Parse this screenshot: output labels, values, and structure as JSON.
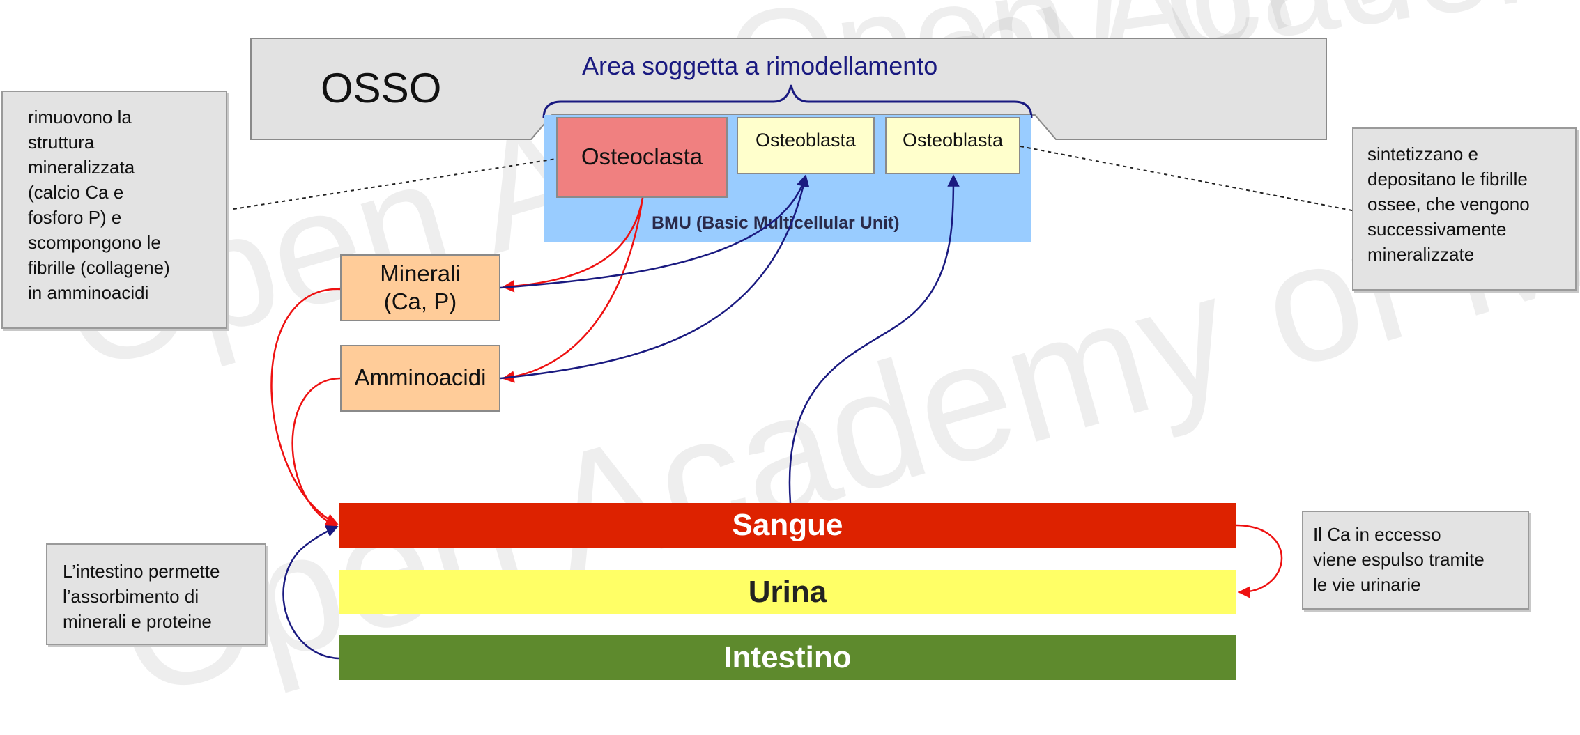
{
  "bone": {
    "label": "OSSO"
  },
  "remodel_area": {
    "label": "Area soggetta a rimodellamento"
  },
  "bmu": {
    "label": "BMU (Basic Multicellular Unit)",
    "osteoclast": "Osteoclasta",
    "osteoblast_1": "Osteoblasta",
    "osteoblast_2": "Osteoblasta"
  },
  "notes": {
    "osteoclast_note": [
      "rimuovono la",
      "struttura",
      "mineralizzata",
      "(calcio Ca e",
      "fosforo P) e",
      "scompongono le",
      "fibrille (collagene)",
      "in amminoacidi"
    ],
    "osteoblast_note": [
      "sintetizzano e",
      "depositano le fibrille",
      "ossee, che vengono",
      "successivamente",
      "mineralizzate"
    ],
    "urine_note": [
      "Il Ca in eccesso",
      "viene espulso tramite",
      "le vie urinarie"
    ],
    "intestine_note": [
      "L’intestino permette",
      "l’assorbimento di",
      "minerali e proteine"
    ]
  },
  "products": {
    "minerals_line1": "Minerali",
    "minerals_line2": "(Ca, P)",
    "amino": "Amminoacidi"
  },
  "bands": {
    "blood": "Sangue",
    "urine": "Urina",
    "intestine": "Intestino"
  },
  "watermark": "Open Academy of Medicine",
  "colors": {
    "osteoclast": "#f08080",
    "osteoblast": "#ffffcc",
    "bmu": "#99ccff",
    "products": "#ffcc99",
    "blood": "#dd2200",
    "urine": "#ffff66",
    "intestine": "#5e8a2d",
    "red_arrow": "#ee1111",
    "blue_arrow": "#1a1a80"
  }
}
